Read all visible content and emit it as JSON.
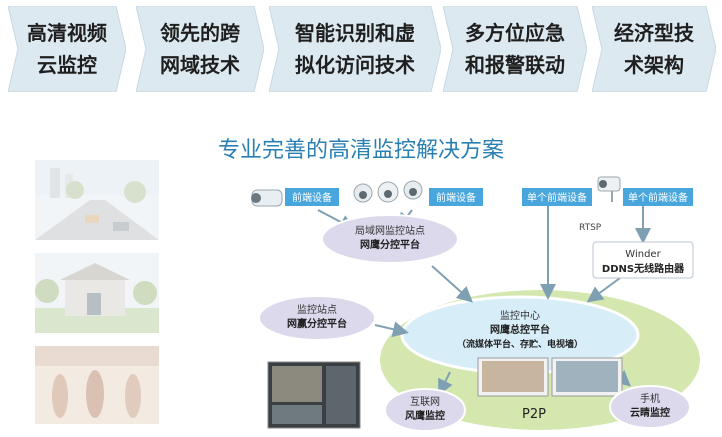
{
  "banner": [
    {
      "text": "高清视频\n云监控"
    },
    {
      "text": "领先的跨\n网域技术"
    },
    {
      "text": "智能识别和虚\n拟化访问技术"
    },
    {
      "text": "多方位应急\n和报警联动"
    },
    {
      "text": "经济型技\n术架构"
    }
  ],
  "subtitle": "专业完善的高清监控解决方案",
  "diagram": {
    "device_left_1": "前端设备",
    "device_left_2": "前端设备",
    "device_right_1": "单个前端设备",
    "device_right_2": "单个前端设备",
    "rtsp": "RTSP",
    "lan_site_line1": "局域网监控站点",
    "lan_site_line2": "网鹰分控平台",
    "router_line1": "Winder",
    "router_line2": "DDNS无线路由器",
    "monitor_site_line1": "监控站点",
    "monitor_site_line2": "网赢分控平台",
    "center_line1": "监控中心",
    "center_line2": "网鹰总控平台",
    "center_line3": "（流媒体平台、存贮、电视墙）",
    "internet_line1": "互联网",
    "internet_line2": "风鹰监控",
    "p2p": "P2P",
    "mobile_line1": "手机",
    "mobile_line2": "云睛监控"
  },
  "colors": {
    "chevron_fill": "#dde9f0",
    "subtitle": "#2a7fb3",
    "device_tag": "#49a6dc",
    "outer_ellipse": "#cfe4a6",
    "center_ellipse": "#d7eef8",
    "node_ellipse": "#ddd9ec"
  }
}
